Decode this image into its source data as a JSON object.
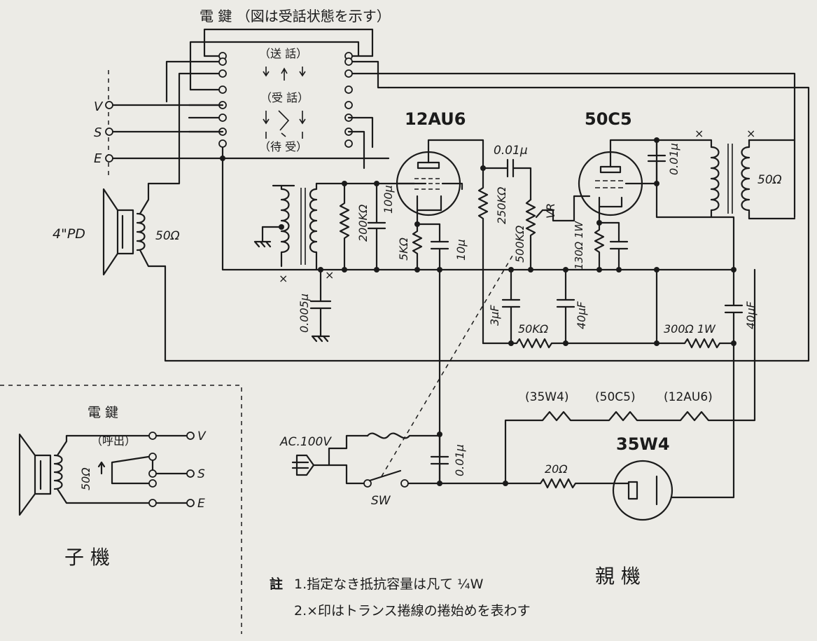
{
  "title": "電 鍵 （図は受話状態を示す）",
  "key_labels": {
    "send": "（送 話）",
    "receive": "（受 話）",
    "standby": "（待 受）"
  },
  "lines": {
    "v": "V",
    "s": "S",
    "e": "E"
  },
  "speaker": {
    "label": "4\"PD",
    "impedance": "50Ω"
  },
  "tubes": {
    "t1": "12AU6",
    "t2": "50C5",
    "t3": "35W4"
  },
  "components": {
    "c_coupling": "0.01μ",
    "r_grid": "250KΩ",
    "r_200k": "200KΩ",
    "c_100p": "100μ",
    "r_5k": "5KΩ",
    "c_10u": "10μ",
    "vr": "500KΩ",
    "vr_tag": "VR",
    "r_130": "130Ω 1W",
    "c_out": "0.01μ",
    "out_imp": "50Ω",
    "c_0005": "0.005μ",
    "c_3u": "3μF",
    "r_50k": "50KΩ",
    "c_40a": "40μF",
    "r_300": "300Ω 1W",
    "c_40b": "40μF",
    "heaters": [
      "(35W4)",
      "(50C5)",
      "(12AU6)"
    ],
    "r_20": "20Ω",
    "c_ac": "0.01μ"
  },
  "mark": "×",
  "power": {
    "ac": "AC.100V",
    "sw": "SW"
  },
  "sub": {
    "key": "電 鍵",
    "call": "（呼出）",
    "imp": "50Ω",
    "v": "V",
    "s": "S",
    "e": "E",
    "name": "子 機"
  },
  "main_name": "親 機",
  "notes": {
    "head": "註",
    "n1": "1.指定なき抵抗容量は凡て ¼W",
    "n2": "2.×印はトランス捲線の捲始めを表わす"
  }
}
